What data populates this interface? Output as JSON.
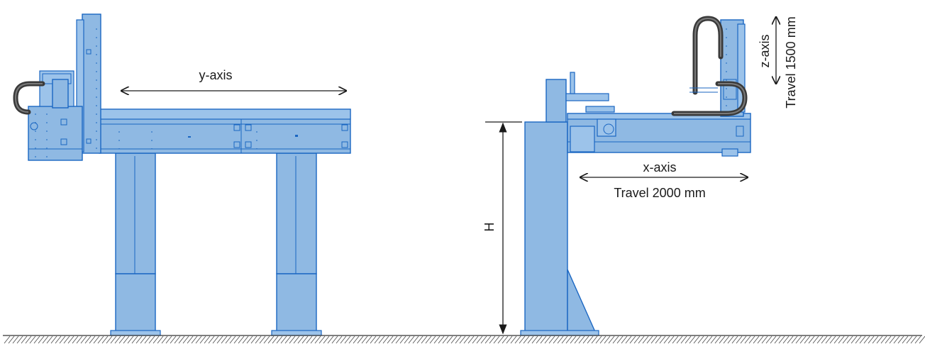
{
  "labels": {
    "y_axis": "y-axis",
    "x_axis": "x-axis",
    "x_travel": "Travel 2000 mm",
    "z_axis": "z-axis",
    "z_travel": "Travel 1500 mm",
    "height": "H"
  },
  "colors": {
    "body_fill": "#8fb9e3",
    "outline": "#1a66c2",
    "cable": "#3a3a3a",
    "dimension": "#1a1a1a"
  }
}
